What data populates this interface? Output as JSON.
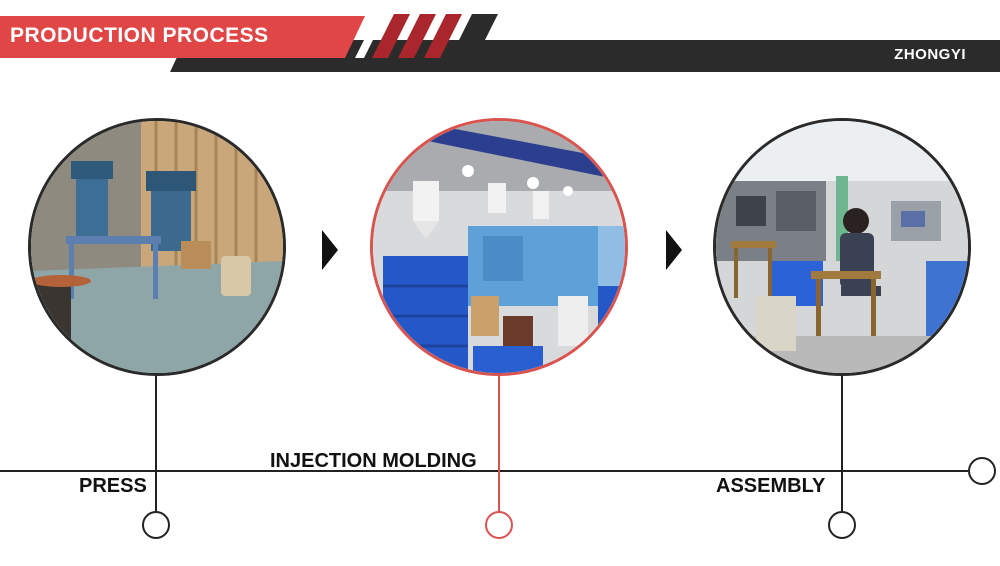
{
  "header": {
    "title": "PRODUCTION PROCESS",
    "brand": "ZHONGYI"
  },
  "colors": {
    "accent_red": "#e04646",
    "dark_band": "#2b2b2b",
    "stripe_red": "#a8262c",
    "circle_red": "#d9534f"
  },
  "steps": [
    {
      "label": "PRESS",
      "image": "press-workshop-photo"
    },
    {
      "label": "INJECTION MOLDING",
      "image": "injection-molding-machine-photo"
    },
    {
      "label": "ASSEMBLY",
      "image": "assembly-line-photo"
    }
  ],
  "icons": {
    "arrow": "triangle-right-icon",
    "node": "circle-node-icon"
  }
}
